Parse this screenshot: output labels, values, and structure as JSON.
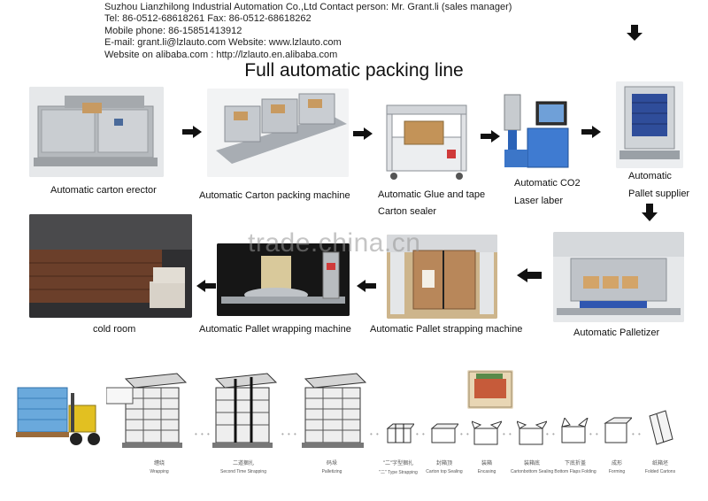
{
  "contact": {
    "line1": "Suzhou Lianzhilong Industrial Automation Co.,Ltd Contact person: Mr. Grant.li (sales manager)",
    "line2": "Tel: 86-0512-68618261 Fax: 86-0512-68618262",
    "line3": "Mobile phone: 86-15851413912",
    "line4": "E-mail:  grant.li@lzlauto.com  Website: www.lzlauto.com",
    "line5": "Website on alibaba.com :   http://lzlauto.en.alibaba.com"
  },
  "title": "Full automatic packing line",
  "watermark": "trade.china.cn",
  "row1": {
    "carton_erector": "Automatic carton erector",
    "carton_packing": "Automatic Carton packing machine",
    "glue_sealer_1": "Automatic Glue and tape",
    "glue_sealer_2": "Carton sealer",
    "laser_1": "Automatic CO2",
    "laser_2": "Laser laber",
    "pallet_supplier_1": "Automatic",
    "pallet_supplier_2": "Pallet supplier"
  },
  "row2": {
    "cold_room": "cold room",
    "wrapping": "Automatic Pallet wrapping machine",
    "strapping": "Automatic Pallet strapping machine",
    "palletizer": "Automatic Palletizer"
  },
  "process_steps": [
    {
      "cn": "缠绕",
      "en": "Wrapping"
    },
    {
      "cn": "二道捆扎",
      "en": "Second Time Strapping"
    },
    {
      "cn": "码垛",
      "en": "Palletizing"
    },
    {
      "cn": "\"二\"字型捆扎",
      "en": "\"二\" Type Strapping"
    },
    {
      "cn": "封箱顶",
      "en": "Carton top Sealing"
    },
    {
      "cn": "装箱",
      "en": "Encasing"
    },
    {
      "cn": "装箱底",
      "en": "Cartonbottom Sealing"
    },
    {
      "cn": "下底折盖",
      "en": "Bottom Flaps Folding"
    },
    {
      "cn": "成形",
      "en": "Forming"
    },
    {
      "cn": "纸箱坯",
      "en": "Folded Cartons"
    }
  ]
}
